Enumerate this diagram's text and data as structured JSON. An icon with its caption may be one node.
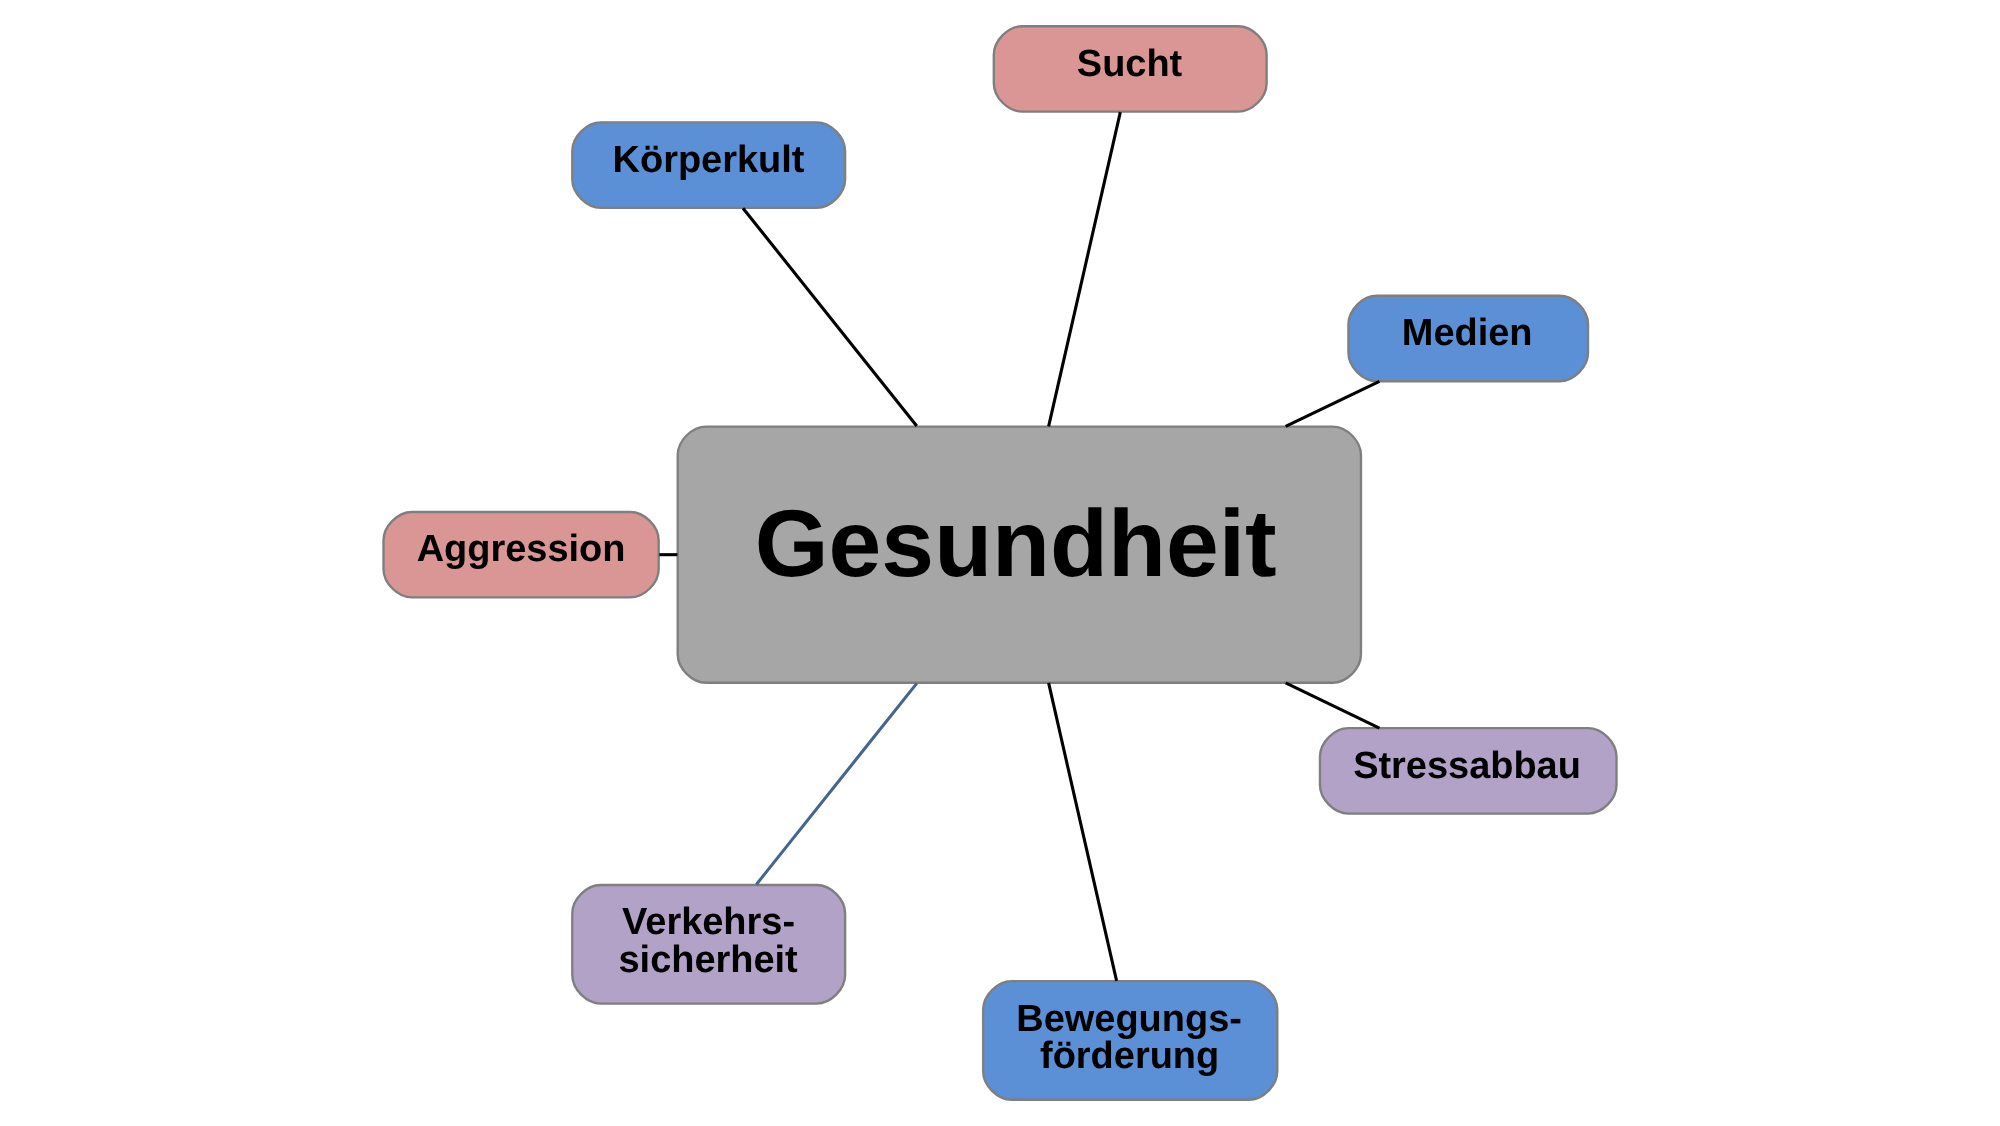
{
  "diagram": {
    "nodes": [
      {
        "text": [
          "Körperkult"
        ]
      },
      {
        "text": [
          "Sucht"
        ]
      },
      {
        "text": [
          "Medien"
        ]
      },
      {
        "text": [
          "Aggression"
        ]
      },
      {
        "text": [
          "Gesundheit"
        ]
      },
      {
        "text": [
          "Verkehrs- sicherheit"
        ]
      },
      {
        "text": [
          "Bewegungs- förderung"
        ]
      },
      {
        "text": [
          "Stressabbau"
        ]
      }
    ],
    "edges": [
      {
        "from": 4,
        "to": 0,
        "arrow": "none"
      },
      {
        "from": 4,
        "to": 1,
        "arrow": "none"
      },
      {
        "from": 4,
        "to": 2,
        "arrow": "none"
      },
      {
        "from": 4,
        "to": 3,
        "arrow": "none"
      },
      {
        "from": 4,
        "to": 5,
        "arrow": "none",
        "color": "#44658f"
      },
      {
        "from": 4,
        "to": 6,
        "arrow": "none"
      },
      {
        "from": 4,
        "to": 7,
        "arrow": "none"
      }
    ]
  }
}
